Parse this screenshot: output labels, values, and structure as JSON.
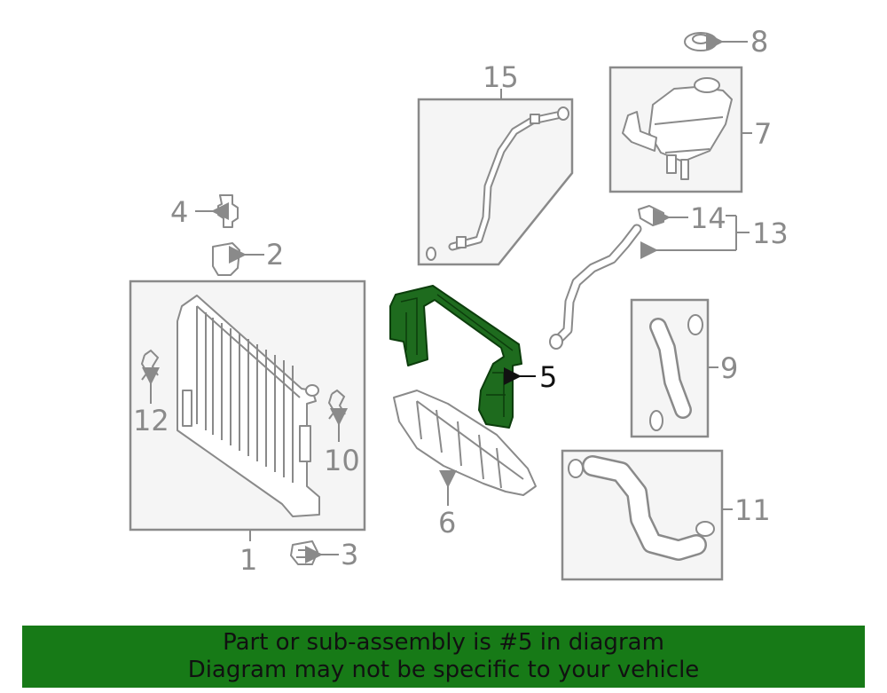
{
  "callouts": {
    "c1": "1",
    "c2": "2",
    "c3": "3",
    "c4": "4",
    "c5": "5",
    "c6": "6",
    "c7": "7",
    "c8": "8",
    "c9": "9",
    "c10": "10",
    "c11": "11",
    "c12": "12",
    "c13": "13",
    "c14": "14",
    "c15": "15"
  },
  "highlighted_part": "5",
  "colors": {
    "highlight": "#1e6b1e",
    "banner": "#177a17",
    "line": "#8a8a8a",
    "box_fill": "#f5f5f5"
  },
  "banner": {
    "line1": "Part or sub-assembly is #5 in diagram",
    "line2": "Diagram may not be specific to your vehicle"
  }
}
